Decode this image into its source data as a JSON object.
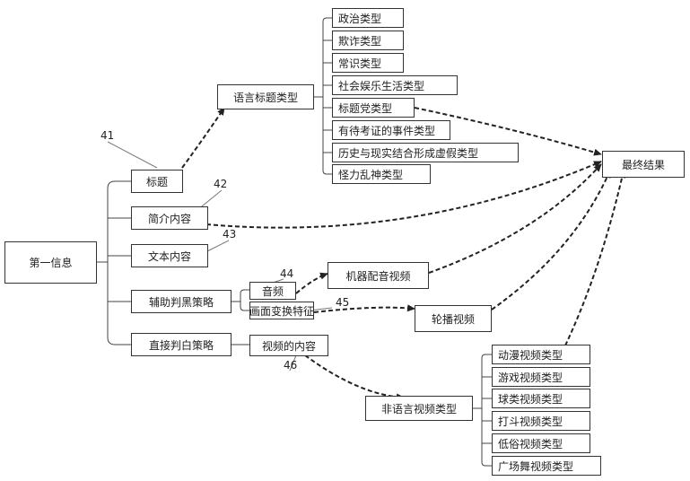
{
  "nodes": {
    "first_info": "第一信息",
    "title": "标题",
    "intro": "简介内容",
    "text": "文本内容",
    "assist": "辅助判黑策略",
    "direct": "直接判白策略",
    "lang_title_type": "语言标题类型",
    "lang_types": [
      "政治类型",
      "欺诈类型",
      "常识类型",
      "社会娱乐生活类型",
      "标题党类型",
      "有待考证的事件类型",
      "历史与现实结合形成虚假类型",
      "怪力乱神类型"
    ],
    "final": "最终结果",
    "audio": "音频",
    "scene": "画面变换特征",
    "machine_dub": "机器配音视频",
    "carousel": "轮播视频",
    "video_content": "视频的内容",
    "nonlang_type": "非语言视频类型",
    "video_types": [
      "动漫视频类型",
      "游戏视频类型",
      "球类视频类型",
      "打斗视频类型",
      "低俗视频类型",
      "广场舞视频类型"
    ]
  },
  "labels": {
    "n41": "41",
    "n42": "42",
    "n43": "43",
    "n44": "44",
    "n45": "45",
    "n46": "46"
  },
  "colors": {
    "stroke": "#333333",
    "text": "#222222"
  }
}
